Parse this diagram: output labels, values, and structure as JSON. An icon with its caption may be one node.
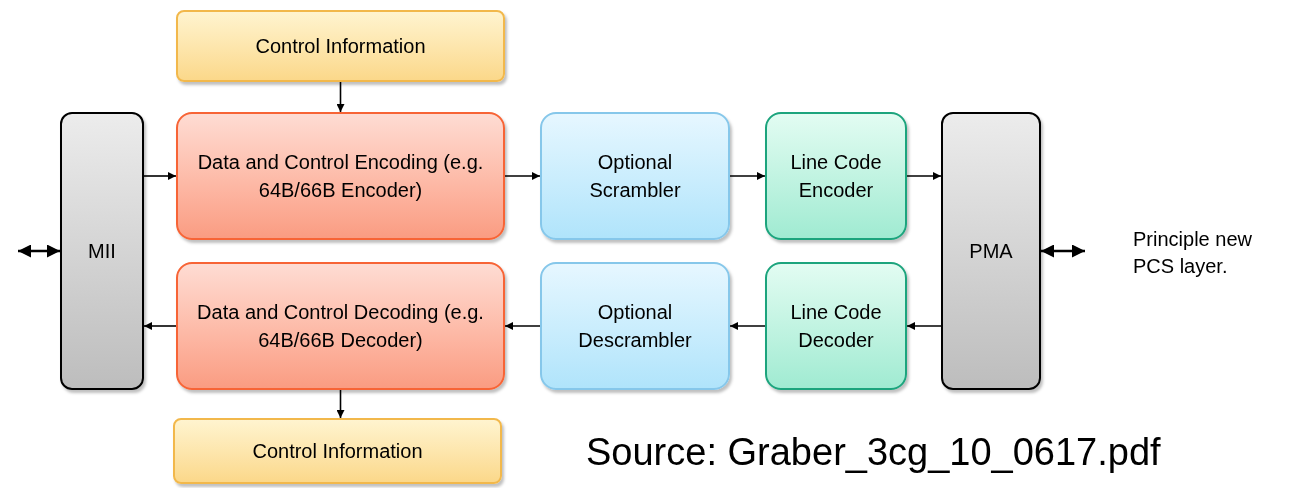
{
  "diagram": {
    "nodes": [
      {
        "text": [
          "Control Information"
        ]
      },
      {
        "text": [
          "MII"
        ]
      },
      {
        "text": [
          "Data and Control Encoding (e.g. 64B/66B Encoder)"
        ]
      },
      {
        "text": [
          "Optional Scrambler"
        ]
      },
      {
        "text": [
          "Line Code Encoder"
        ]
      },
      {
        "text": [
          "PMA"
        ]
      },
      {
        "text": [
          "Data and Control Decoding (e.g. 64B/66B Decoder)"
        ]
      },
      {
        "text": [
          "Optional Descrambler"
        ]
      },
      {
        "text": [
          "Line Code Decoder"
        ]
      },
      {
        "text": [
          "Control Information"
        ]
      }
    ],
    "edges": [
      {
        "from": 0,
        "to": 2,
        "arrow": "to"
      },
      {
        "from": 1,
        "to": 2,
        "arrow": "to"
      },
      {
        "from": 2,
        "to": 3,
        "arrow": "to"
      },
      {
        "from": 3,
        "to": 4,
        "arrow": "to"
      },
      {
        "from": 4,
        "to": 5,
        "arrow": "to"
      },
      {
        "from": 5,
        "to": 8,
        "arrow": "to"
      },
      {
        "from": 8,
        "to": 7,
        "arrow": "to"
      },
      {
        "from": 7,
        "to": 6,
        "arrow": "to"
      },
      {
        "from": 6,
        "to": 1,
        "arrow": "to"
      },
      {
        "from": 6,
        "to": 9,
        "arrow": "to"
      },
      {
        "from": null,
        "to": 1,
        "arrow": "both"
      },
      {
        "from": 5,
        "to": null,
        "arrow": "both"
      }
    ],
    "labels": [
      "Principle new PCS layer.",
      "Source: Graber_3cg_10_0617.pdf"
    ]
  }
}
